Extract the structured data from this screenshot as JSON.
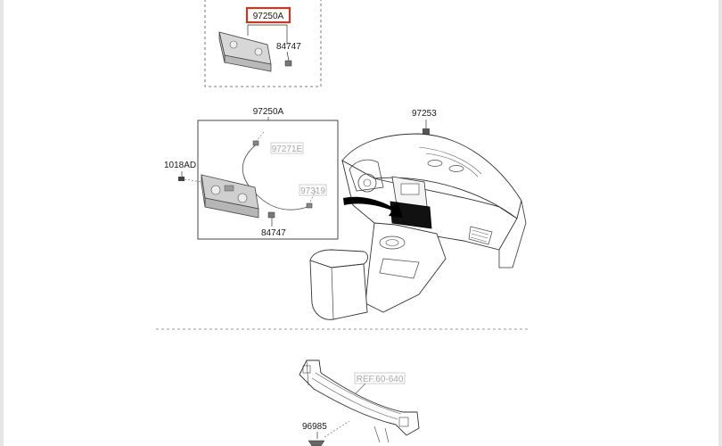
{
  "labels": {
    "top_highlight": "97250A",
    "top_84747": "84747",
    "mid_97250A": "97250A",
    "part_97253": "97253",
    "part_1018AD": "1018AD",
    "part_97271E": "97271E",
    "part_97319": "97319",
    "mid_84747": "84747",
    "ref": "REF.60-640",
    "part_96985": "96985"
  },
  "colors": {
    "highlight": "#c0392b",
    "line": "#333333",
    "gray_label": "#a8a8a8"
  }
}
